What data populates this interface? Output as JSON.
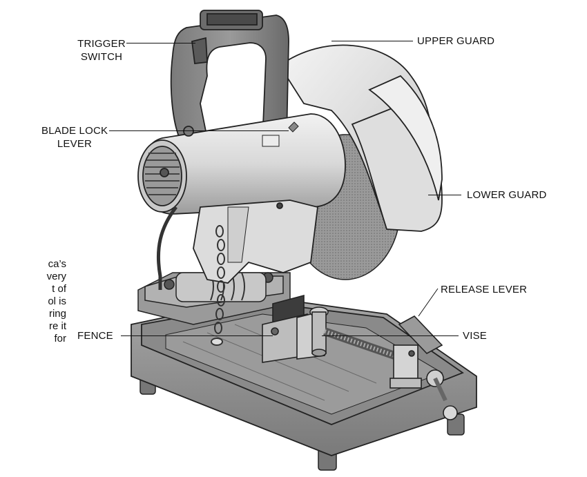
{
  "callouts": {
    "trigger_switch": [
      "TRIGGER",
      "SWITCH"
    ],
    "upper_guard": "UPPER GUARD",
    "blade_lock_lever": [
      "BLADE LOCK",
      "LEVER"
    ],
    "lower_guard": "LOWER GUARD",
    "release_lever": "RELEASE LEVER",
    "fence": "FENCE",
    "vise": "VISE"
  },
  "body_text_fragments": [
    "ca’s",
    "very",
    "t of",
    "ol is",
    "ring",
    "re it",
    "for"
  ],
  "colors": {
    "line": "#111111",
    "metal_light": "#dcdcdc",
    "metal_mid": "#b8b8b8",
    "metal_dark": "#6e6e6e",
    "base": "#8f8f8f",
    "blade": "#a9a9a9"
  }
}
